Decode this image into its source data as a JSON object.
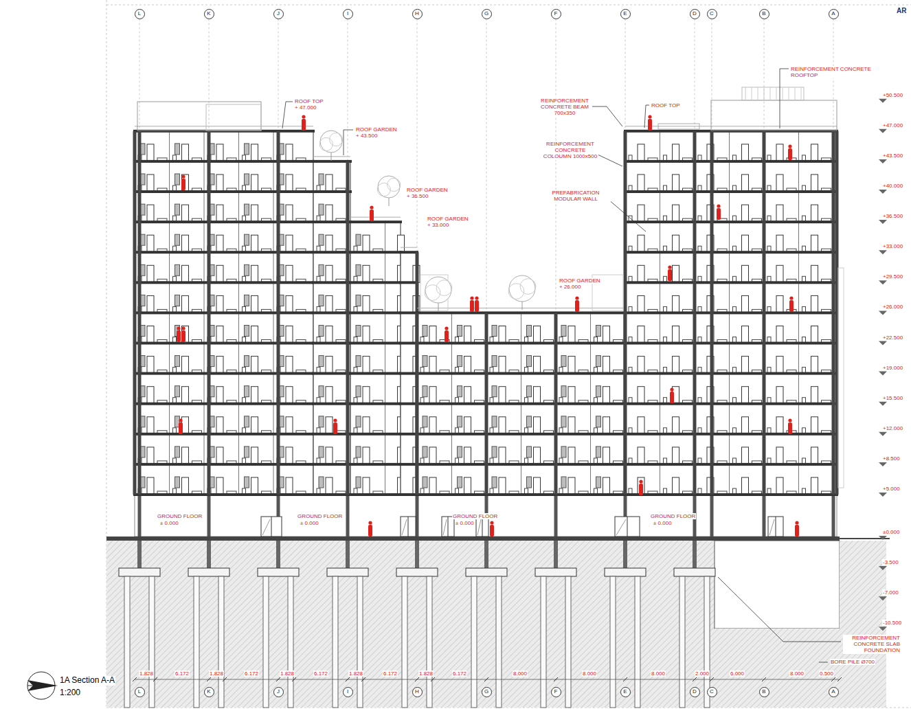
{
  "diagram": {
    "title": "1A Section A-A",
    "nodes": [
      {
        "text": [
          "L"
        ]
      },
      {
        "text": [
          "K"
        ]
      },
      {
        "text": [
          "J"
        ]
      },
      {
        "text": [
          "I"
        ]
      },
      {
        "text": [
          "H"
        ]
      },
      {
        "text": [
          "G"
        ]
      },
      {
        "text": [
          "F"
        ]
      },
      {
        "text": [
          "E"
        ]
      },
      {
        "text": [
          "D"
        ]
      },
      {
        "text": [
          "C"
        ]
      },
      {
        "text": [
          "B"
        ]
      },
      {
        "text": [
          "A"
        ]
      },
      {
        "text": [
          "L"
        ]
      },
      {
        "text": [
          "K"
        ]
      },
      {
        "text": [
          "J"
        ]
      },
      {
        "text": [
          "I"
        ]
      },
      {
        "text": [
          "H"
        ]
      },
      {
        "text": [
          "G"
        ]
      },
      {
        "text": [
          "F"
        ]
      },
      {
        "text": [
          "E"
        ]
      },
      {
        "text": [
          "D"
        ]
      },
      {
        "text": [
          "C"
        ]
      },
      {
        "text": [
          "B"
        ]
      },
      {
        "text": [
          "A"
        ]
      }
    ],
    "edges": [
      {
        "from": 0,
        "to": 12,
        "arrow": "none"
      },
      {
        "from": 1,
        "to": 13,
        "arrow": "none"
      },
      {
        "from": 2,
        "to": 14,
        "arrow": "none"
      },
      {
        "from": 3,
        "to": 15,
        "arrow": "none"
      },
      {
        "from": 4,
        "to": 16,
        "arrow": "none"
      },
      {
        "from": 5,
        "to": 17,
        "arrow": "none"
      },
      {
        "from": 6,
        "to": 18,
        "arrow": "none"
      },
      {
        "from": 7,
        "to": 19,
        "arrow": "none"
      },
      {
        "from": 8,
        "to": 20,
        "arrow": "none"
      },
      {
        "from": 9,
        "to": 21,
        "arrow": "none"
      },
      {
        "from": 10,
        "to": 22,
        "arrow": "none"
      },
      {
        "from": 11,
        "to": 23,
        "arrow": "none"
      }
    ],
    "labels": [
      "AR",
      "ROOF TOP",
      "+ 47.000",
      "ROOF GARDEN",
      "+ 43.500",
      "ROOF GARDEN",
      "+ 36.500",
      "ROOF GARDEN",
      "+ 33.000",
      "ROOF GARDEN",
      "+ 26.000",
      "REINFORCEMENT CONCRETE BEAM 700x350",
      "ROOF TOP",
      "REINFORCEMENT CONCRETE COLOUMN 1000x500",
      "PREFABRICATION MODULAR WALL",
      "REINFORCEMENT CONCRETE ROOFTOP",
      "GROUND FLOOR",
      "± 0.000",
      "GROUND FLOOR",
      "± 0.000",
      "GROUND FLOOR",
      "± 0.000",
      "GROUND FLOOR",
      "± 0.000",
      "+50.500",
      "+47.000",
      "+43.500",
      "+40.000",
      "+36.500",
      "+33.000",
      "+29.500",
      "+26.000",
      "+22.500",
      "+19.000",
      "+15.500",
      "+12.000",
      "+8.500",
      "+5.000",
      "±0.000",
      "-3.500",
      "-7.000",
      "-10.500",
      "REINFORCEMENT CONCRETE SLAB FOUNDATION",
      "BORE PILE Ø700",
      "1.828",
      "6.172",
      "1.828",
      "6.172",
      "1.828",
      "6.172",
      "1.828",
      "6.172",
      "1.828",
      "6.172",
      "8.000",
      "8.000",
      "8.000",
      "2.000",
      "6.000",
      "8.000",
      "0.500",
      "1:200"
    ]
  }
}
